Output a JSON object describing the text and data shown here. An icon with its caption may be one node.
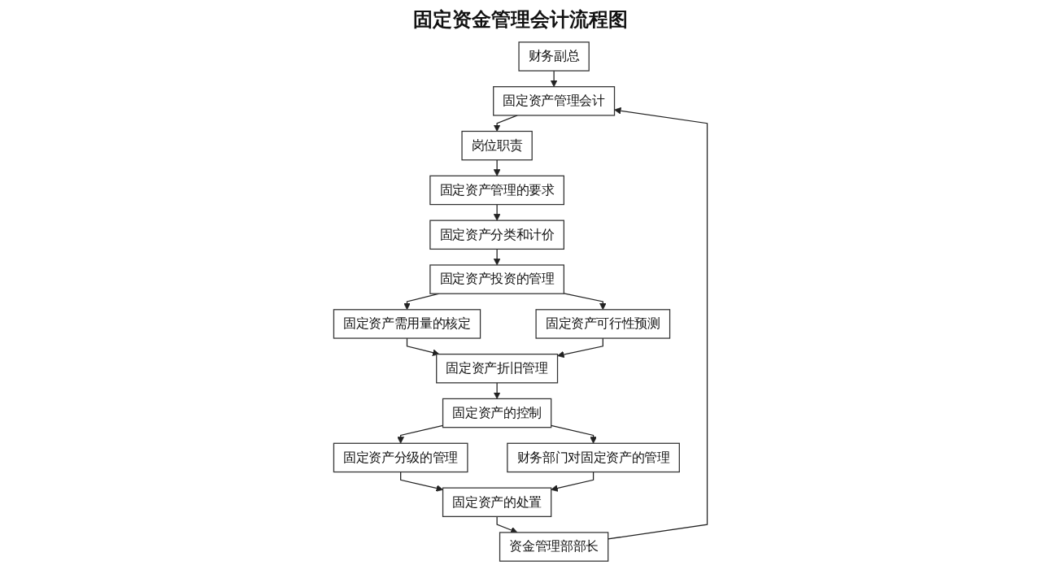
{
  "diagram": {
    "title": "固定资金管理会计流程图",
    "nodes": [
      {
        "text": [
          "财务副总"
        ]
      },
      {
        "text": [
          "资金管理部部长"
        ]
      },
      {
        "text": [
          "固定资产管理会计"
        ]
      },
      {
        "text": [
          "岗位职责"
        ]
      },
      {
        "text": [
          "固定资产管理的要求"
        ]
      },
      {
        "text": [
          "固定资产分类和计价"
        ]
      },
      {
        "text": [
          "固定资产投资的管理"
        ]
      },
      {
        "text": [
          "固定资产需用量的核定"
        ]
      },
      {
        "text": [
          "固定资产可行性预测"
        ]
      },
      {
        "text": [
          "固定资产折旧管理"
        ]
      },
      {
        "text": [
          "固定资产分级的管理"
        ]
      },
      {
        "text": [
          "固定资产的处置"
        ]
      },
      {
        "text": [
          "固定资产的控制"
        ]
      },
      {
        "text": [
          "财务部门对固定资产的管理"
        ]
      }
    ],
    "edges": [
      {
        "from": 0,
        "to": 2,
        "arrow": "to"
      },
      {
        "from": 1,
        "to": 2,
        "arrow": "to"
      },
      {
        "from": 2,
        "to": 3,
        "arrow": "to"
      },
      {
        "from": 3,
        "to": 4,
        "arrow": "to"
      },
      {
        "from": 4,
        "to": 5,
        "arrow": "to"
      },
      {
        "from": 5,
        "to": 6,
        "arrow": "to"
      },
      {
        "from": 6,
        "to": 7,
        "arrow": "to"
      },
      {
        "from": 6,
        "to": 8,
        "arrow": "to"
      },
      {
        "from": 7,
        "to": 9,
        "arrow": "to"
      },
      {
        "from": 8,
        "to": 9,
        "arrow": "to"
      },
      {
        "from": 9,
        "to": 12,
        "arrow": "to"
      },
      {
        "from": 12,
        "to": 10,
        "arrow": "to"
      },
      {
        "from": 12,
        "to": 13,
        "arrow": "to"
      },
      {
        "from": 10,
        "to": 11,
        "arrow": "to"
      },
      {
        "from": 13,
        "to": 11,
        "arrow": "to"
      },
      {
        "from": 11,
        "to": 1,
        "arrow": "to"
      }
    ]
  }
}
